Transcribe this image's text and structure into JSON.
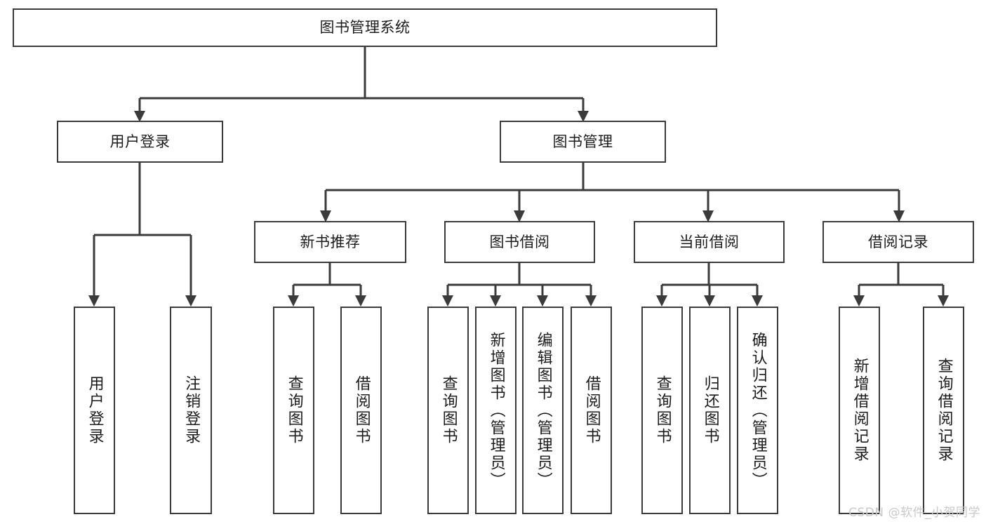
{
  "diagram": {
    "title": "图书管理系统",
    "type": "tree-hierarchy-chart",
    "watermark": "CSDN @软件_小贺同学",
    "colors": {
      "box_border": "#3b3b3b",
      "box_fill": "#ffffff",
      "text": "#1c1c1c",
      "connector": "#3b3b3b",
      "watermark": "#c9c9c9",
      "background": "#ffffff"
    },
    "root": {
      "label": "图书管理系统"
    },
    "level2": [
      {
        "label": "用户登录"
      },
      {
        "label": "图书管理"
      }
    ],
    "level3": [
      {
        "label": "新书推荐"
      },
      {
        "label": "图书借阅"
      },
      {
        "label": "当前借阅"
      },
      {
        "label": "借阅记录"
      }
    ],
    "leaves": {
      "user_login": [
        {
          "label": "用户登录"
        },
        {
          "label": "注销登录"
        }
      ],
      "new_book_recommend": [
        {
          "label": "查询图书"
        },
        {
          "label": "借阅图书"
        }
      ],
      "book_borrow": [
        {
          "label": "查询图书"
        },
        {
          "label": "新增图书（管理员）"
        },
        {
          "label": "编辑图书（管理员）"
        },
        {
          "label": "借阅图书"
        }
      ],
      "current_borrow": [
        {
          "label": "查询图书"
        },
        {
          "label": "归还图书"
        },
        {
          "label": "确认归还（管理员）"
        }
      ],
      "borrow_record": [
        {
          "label": "新增借阅记录"
        },
        {
          "label": "查询借阅记录"
        }
      ]
    }
  }
}
